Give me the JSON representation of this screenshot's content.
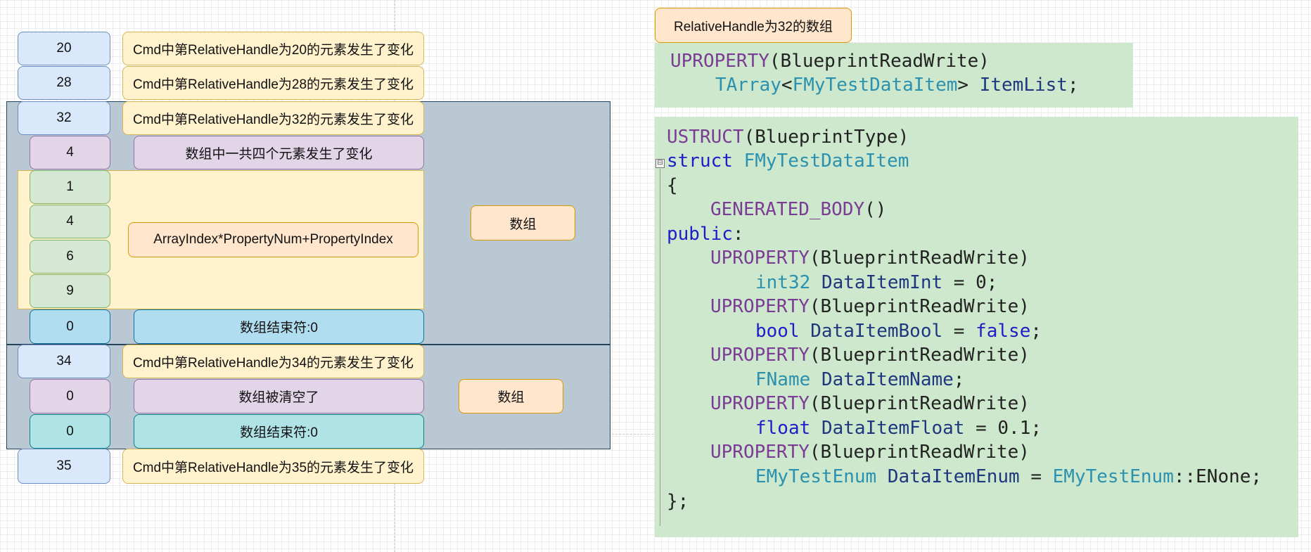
{
  "left_diagram": {
    "handle_20": "20",
    "cmd_20": "Cmd中第RelativeHandle为20的元素发生了变化",
    "handle_28": "28",
    "cmd_28": "Cmd中第RelativeHandle为28的元素发生了变化",
    "handle_32": "32",
    "cmd_32": "Cmd中第RelativeHandle为32的元素发生了变化",
    "count_4": "4",
    "count_4_desc": "数组中一共四个元素发生了变化",
    "idx_1": "1",
    "idx_4": "4",
    "idx_6": "6",
    "idx_9": "9",
    "formula": "ArrayIndex*PropertyNum+PropertyIndex",
    "array_label_1": "数组",
    "end_0_a": "0",
    "end_0_a_desc": "数组结束符:0",
    "handle_34": "34",
    "cmd_34": "Cmd中第RelativeHandle为34的元素发生了变化",
    "clear_0": "0",
    "clear_desc": "数组被清空了",
    "array_label_2": "数组",
    "end_0_b": "0",
    "end_0_b_desc": "数组结束符:0",
    "handle_35": "35",
    "cmd_35": "Cmd中第RelativeHandle为35的元素发生了变化"
  },
  "right_diagram": {
    "handle_label": "RelativeHandle为32的数组",
    "property_code": {
      "l1_macro": "UPROPERTY",
      "l1_args": "(BlueprintReadWrite)",
      "l2_type": "TArray",
      "l2_lt": "<",
      "l2_inner": "FMyTestDataItem",
      "l2_gt": ">",
      "l2_name": "ItemList",
      "l2_semi": ";"
    },
    "struct_code": {
      "ustruct": "USTRUCT",
      "ustruct_args": "(BlueprintType)",
      "struct_kw": "struct",
      "struct_name": "FMyTestDataItem",
      "open_brace": "{",
      "generated_body": "GENERATED_BODY",
      "generated_parens": "()",
      "public_kw": "public",
      "public_colon": ":",
      "uprop_macro": "UPROPERTY",
      "uprop_args": "(BlueprintReadWrite)",
      "f1_type": "int32",
      "f1_name": "DataItemInt",
      "f1_rest": " = 0;",
      "f2_type": "bool",
      "f2_name": "DataItemBool",
      "f2_eq": " = ",
      "f2_val": "false",
      "f2_semi": ";",
      "f3_type": "FName",
      "f3_name": "DataItemName",
      "f3_semi": ";",
      "f4_type": "float",
      "f4_name": "DataItemFloat",
      "f4_rest": " = 0.1;",
      "f5_type": "EMyTestEnum",
      "f5_name": "DataItemEnum",
      "f5_eq": " = ",
      "f5_enum": "EMyTestEnum",
      "f5_rest": "::ENone;",
      "close": "};",
      "fold_glyph": "⊟"
    }
  },
  "colors": {
    "blue_fill": "#dae8fc",
    "blue_stroke": "#6c8ebf",
    "yellow_fill": "#fff2cc",
    "yellow_stroke": "#d6b656",
    "purple_fill": "#e1d5e7",
    "purple_stroke": "#9673a6",
    "green_fill": "#d5e8d4",
    "green_stroke": "#82b366",
    "cyan_fill": "#b1ddf0",
    "cyan_stroke": "#10739e",
    "teal_fill": "#b0e3e6",
    "teal_stroke": "#0e8088",
    "orange_fill": "#ffe6cc",
    "orange_stroke": "#d79b00",
    "group_fill": "#bac8d3",
    "group_stroke": "#23445d",
    "code_bg": "#cde8cc"
  }
}
